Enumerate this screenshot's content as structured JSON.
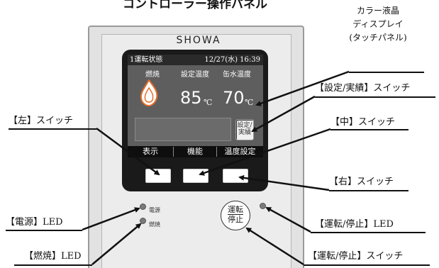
{
  "title": "コントローラー操作パネル",
  "brand": "SHOWA",
  "lcd": {
    "status_title": "1運転状態",
    "datetime": "12/27(水) 16:39",
    "labels": {
      "combustion": "燃焼",
      "set_temp": "設定温度",
      "supply_temp": "缶水温度"
    },
    "set_temp_value": "85",
    "supply_temp_value": "70",
    "unit": "℃",
    "set_result_button": "設定/実績",
    "softkeys": [
      "表示",
      "機能",
      "温度設定"
    ]
  },
  "leds": {
    "power": "電源",
    "burn": "燃焼"
  },
  "run_button": {
    "top": "運転",
    "bottom": "停止"
  },
  "callouts": {
    "lcd": [
      "カラー液晶",
      "ディスプレイ",
      "(タッチパネル)"
    ],
    "set_result_switch": "【設定/実績】スイッチ",
    "left_switch": "【左】スイッチ",
    "middle_switch": "【中】スイッチ",
    "right_switch": "【右】スイッチ",
    "power_led": "【電源】LED",
    "burn_led": "【燃焼】LED",
    "run_stop_led": "【運転/停止】LED",
    "run_stop_switch": "【運転/停止】スイッチ"
  },
  "colors": {
    "bezel": "#1a1a1a",
    "lcd_bg": "#5e5e5e",
    "flame": "#e8702a",
    "panel": "#e2e2e2"
  }
}
